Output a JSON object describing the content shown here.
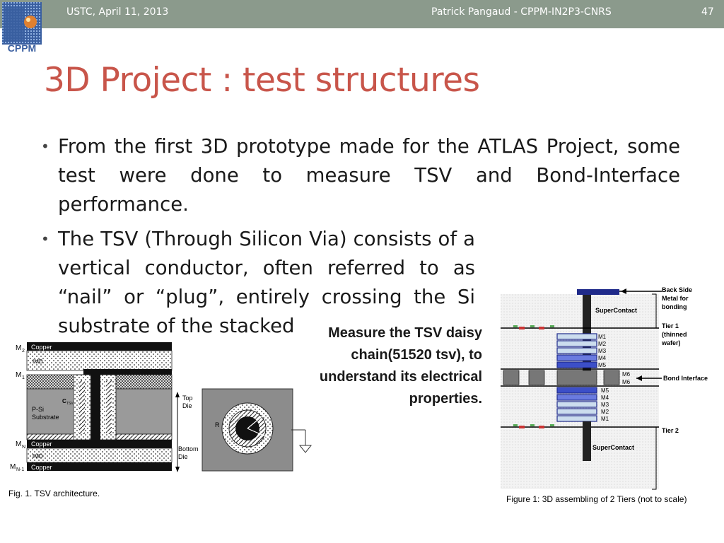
{
  "header": {
    "left": "USTC, April 11, 2013",
    "center": "Patrick Pangaud - CPPM-IN2P3-CNRS",
    "page_number": "47",
    "bar_color": "#8b9a8c"
  },
  "logo": {
    "text": "CPPM"
  },
  "title": "3D Project : test structures",
  "bullets": [
    "From the first 3D prototype made for the ATLAS Project, some test were done to measure TSV and Bond-Interface performance.",
    "The TSV (Through Silicon Via) consists of a vertical conductor, often referred to as “nail” or “plug”, entirely crossing the Si substrate of the stacked"
  ],
  "note": "Measure the TSV daisy chain(51520 tsv), to understand its electrical properties.",
  "figure1": {
    "caption": "Fig. 1.    TSV architecture.",
    "labels": {
      "m2": "M",
      "m2_sub": "2",
      "copper_top": "Copper",
      "imd_top": "IMD",
      "m1": "M",
      "m1_sub": "1",
      "psi": "P-Si",
      "substrate": "Substrate",
      "ctsv": "C",
      "ctsv_sub": "TSV",
      "top_die": "Top",
      "top_die2": "Die",
      "mn": "M",
      "mn_sub": "N",
      "copper_mid": "Copper",
      "imd_bottom": "IMD",
      "mn1": "M",
      "mn1_sub": "N-1",
      "copper_bottom": "Copper",
      "bottom_die": "Bottom",
      "bottom_die2": "Die",
      "r": "R"
    }
  },
  "figure2": {
    "caption": "Figure 1:  3D assembling of 2 Tiers (not to scale)",
    "labels": {
      "back_side": "Back Side",
      "metal_for": "Metal for",
      "bonding": "bonding",
      "supercontact_top": "SuperContact",
      "tier1": "Tier 1",
      "thinned": "(thinned",
      "wafer": "wafer)",
      "m1": "M1",
      "m2": "M2",
      "m3": "M3",
      "m4": "M4",
      "m5": "M5",
      "m6a": "M6",
      "m6b": "M6",
      "bond_interface": "Bond Interface",
      "b_m5": "M5",
      "b_m4": "M4",
      "b_m3": "M3",
      "b_m2": "M2",
      "b_m1": "M1",
      "tier2": "Tier 2",
      "supercontact_bottom": "SuperContact"
    }
  }
}
